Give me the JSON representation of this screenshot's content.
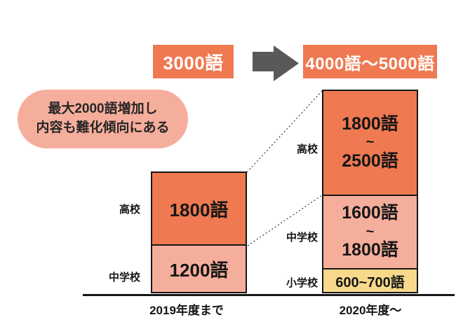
{
  "header": {
    "before_label": "3000語",
    "after_label": "4000語〜5000語"
  },
  "callout": {
    "line1": "最大2000語増加し",
    "line2": "内容も難化傾向にある"
  },
  "columns": {
    "before": {
      "axis_label": "2019年度まで",
      "bars": [
        {
          "level": "高校",
          "value": "1800語"
        },
        {
          "level": "中学校",
          "value": "1200語"
        }
      ]
    },
    "after": {
      "axis_label": "2020年度〜",
      "bars": [
        {
          "level": "高校",
          "line1": "1800語",
          "line2": "~",
          "line3": "2500語"
        },
        {
          "level": "中学校",
          "line1": "1600語",
          "line2": "~",
          "line3": "1800語"
        },
        {
          "level": "小学校",
          "value": "600~700語"
        }
      ]
    }
  },
  "chart_data": {
    "type": "bar",
    "subtype": "stacked_comparison",
    "categories": [
      "2019年度まで",
      "2020年度〜"
    ],
    "series": [
      {
        "name": "高校",
        "values": [
          "1800語",
          "1800語~2500語"
        ],
        "color": "#EF7951"
      },
      {
        "name": "中学校",
        "values": [
          "1200語",
          "1600語~1800語"
        ],
        "color": "#F6AE9C"
      },
      {
        "name": "小学校",
        "values": [
          null,
          "600~700語"
        ],
        "color": "#F8D98B"
      }
    ],
    "totals": {
      "2019年度まで": "3000語",
      "2020年度〜": "4000語〜5000語"
    },
    "annotation": "最大2000語増加し内容も難化傾向にある",
    "grid": false,
    "legend_position": "none"
  },
  "colors": {
    "bar_orange": "#EF7951",
    "bar_salmon": "#F6AE9C",
    "bar_yellow": "#F8D98B",
    "arrow_gray": "#595959",
    "ink": "#161616",
    "header_text": "#ffffff"
  }
}
